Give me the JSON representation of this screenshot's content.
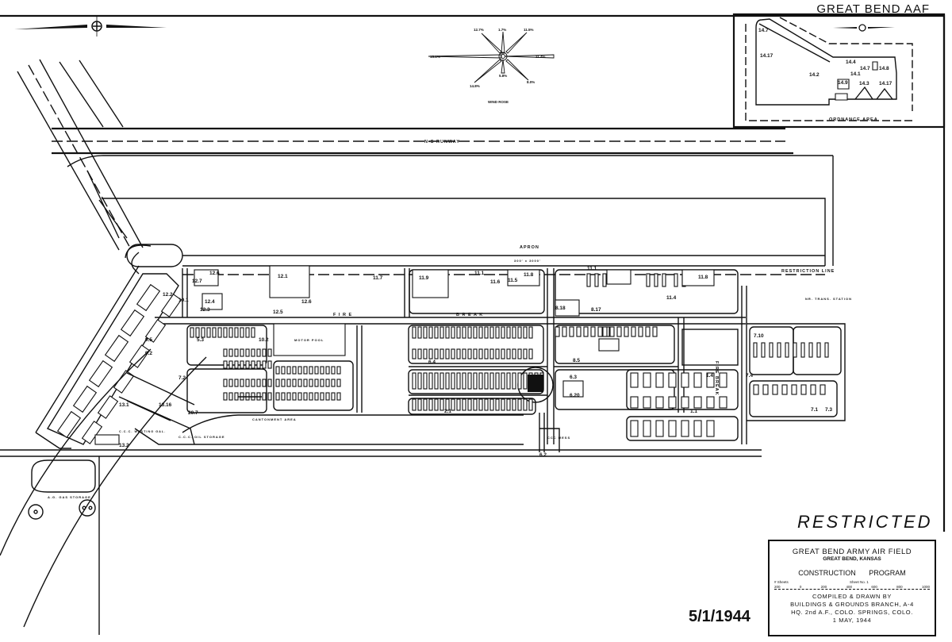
{
  "header": {
    "title": "GREAT BEND AAF"
  },
  "wind_rose": {
    "title": "WIND ROSE",
    "nw": "12.7%",
    "n": "1.7%",
    "ne": "11.5%",
    "w": "15.1%",
    "e": "11.4%",
    "sw": "14.8%",
    "s": "5.8%",
    "se": "8.0%"
  },
  "inset": {
    "area_label": "ORDNANCE AREA",
    "buildings": [
      "14.7",
      "14.17",
      "14.4",
      "14.7",
      "14.8",
      "14.2",
      "14.1",
      "14.9",
      "14.3",
      "14.17"
    ]
  },
  "map": {
    "runway_label": "N-S RUNWAY",
    "apron_label": "APRON",
    "apron_sub": "300' x 3000'",
    "restriction_label": "RESTRICTION LINE",
    "fire_break_1": "F I R E",
    "fire_break_2": "B R E A K",
    "fire_break_3": "FIRE BREAK",
    "motor_pool": "MOTOR POOL",
    "cantonment_label": "CANTONMENT AREA",
    "oil_storage": "C.C.C. OIL STORAGE",
    "gas_storage": "A.G. GAS STORAGE",
    "trans_station": "NR. TRANS. STATION",
    "ccc_mess": "CCC MESS",
    "ccc_area": "C.C.C. WASTING GAL.",
    "building_numbers": [
      "12.7",
      "12.6",
      "12.4",
      "12.3",
      "12.1",
      "12.5",
      "12.6",
      "11.7",
      "11.9",
      "11.1",
      "11.6",
      "11.5",
      "11.8",
      "11.1",
      "11.8",
      "11.4",
      "8.17",
      "8.18",
      "10.1",
      "12.2",
      "9.5",
      "9.2",
      "7.2",
      "20.7",
      "13.2",
      "13.1",
      "13.16",
      "6.4",
      "5.3",
      "10.2",
      "2.1",
      "6.3",
      "6.20",
      "6.2",
      "1.4",
      "7.4",
      "7.3",
      "7.1",
      "1.1",
      "8.5",
      "7.10"
    ]
  },
  "title_block": {
    "restricted": "RESTRICTED",
    "line1": "GREAT BEND ARMY AIR FIELD",
    "line2": "GREAT BEND, KANSAS",
    "line3": "CONSTRUCTION   PROGRAM",
    "sheets": "# Sheets",
    "sheet_no": "Sheet No. 1",
    "scale": [
      "200",
      "0",
      "200",
      "400",
      "600",
      "800",
      "1000"
    ],
    "compiled": "COMPILED & DRAWN BY",
    "branch": "BUILDINGS & GROUNDS BRANCH, A-4",
    "hq": "HQ. 2nd A.F., COLO. SPRINGS, COLO.",
    "date": "1  MAY,  1944"
  },
  "stamp_date": "5/1/1944"
}
